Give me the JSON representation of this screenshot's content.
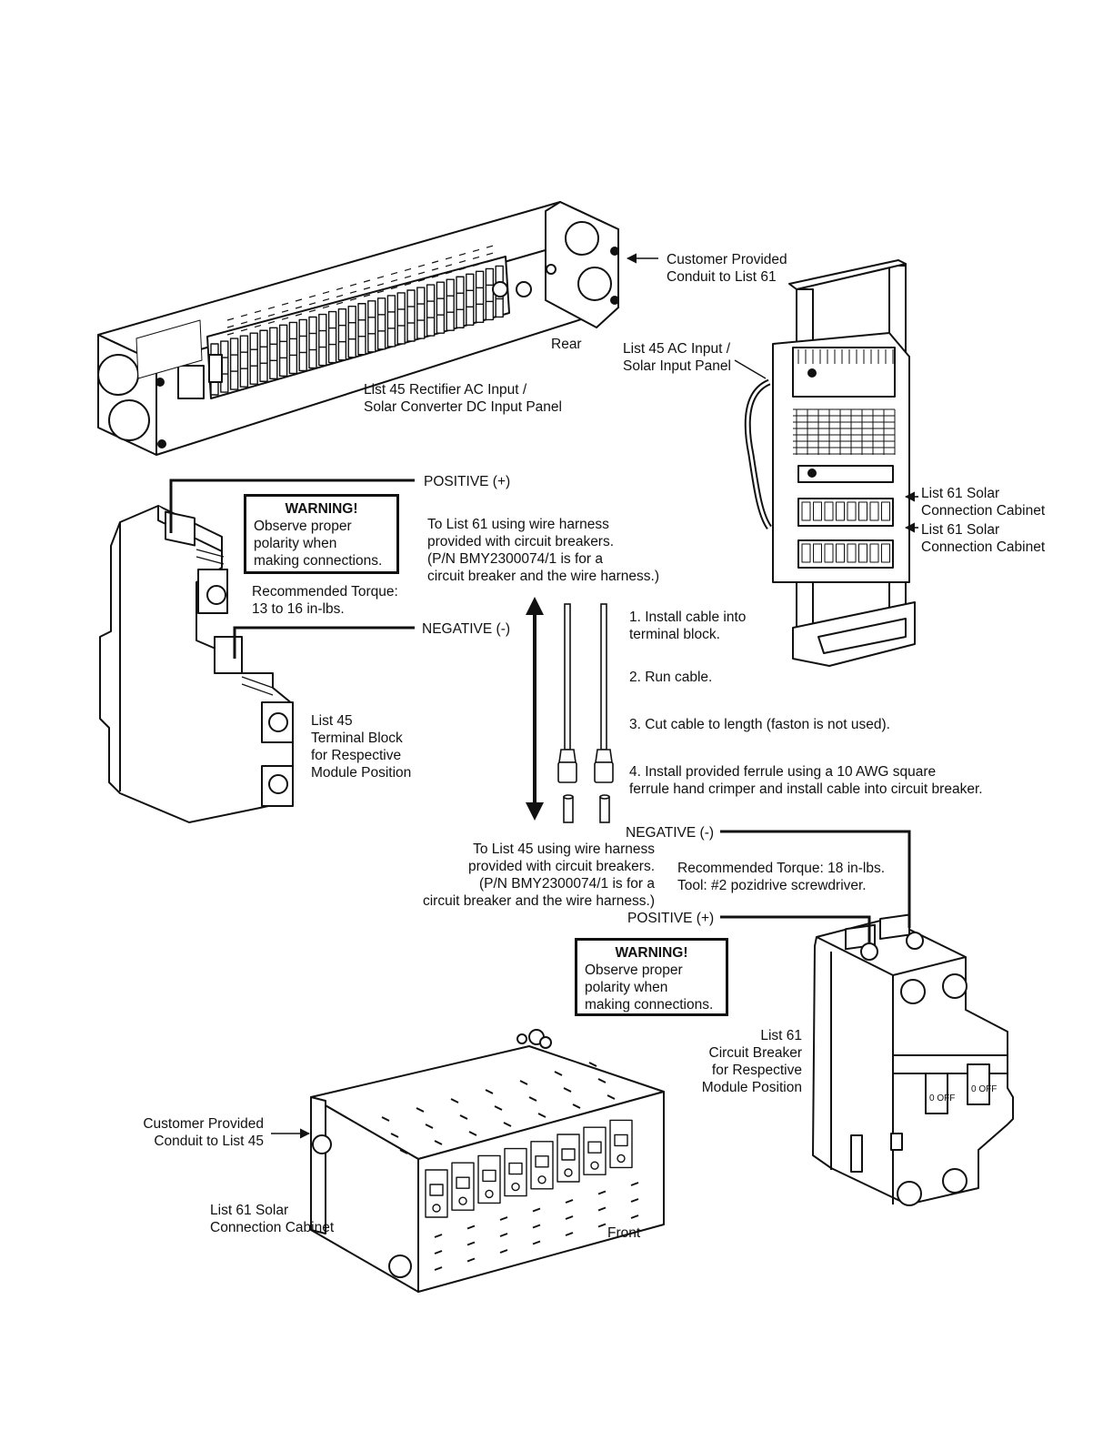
{
  "top_panel": {
    "conduit_label": "Customer Provided\nConduit to List 61",
    "rear_label": "Rear",
    "panel_label": "List 45 Rectifier AC Input /\nSolar Converter DC Input Panel"
  },
  "rack": {
    "ac_input_label": "List 45 AC Input /\nSolar Input Panel",
    "cabinet_label_1": "List 61 Solar\nConnection Cabinet",
    "cabinet_label_2": "List 61 Solar\nConnection Cabinet"
  },
  "terminal_block": {
    "positive_label": "POSITIVE (+)",
    "negative_label": "NEGATIVE (-)",
    "warning_title": "WARNING!",
    "warning_text": "Observe proper\npolarity when\nmaking connections.",
    "torque_label": "Recommended Torque:\n13 to 16 in-lbs.",
    "name_label": "List 45\nTerminal Block\nfor Respective\nModule Position"
  },
  "harness": {
    "to_list61": "To List 61 using wire harness\nprovided with circuit breakers.\n(P/N BMY2300074/1 is for a\ncircuit breaker and the wire harness.)",
    "to_list45": "To List 45 using wire harness\nprovided with circuit breakers.\n(P/N BMY2300074/1 is for a\ncircuit breaker and the wire harness.)",
    "steps": [
      "1. Install cable into\nterminal block.",
      "2. Run cable.",
      "3. Cut cable to length (faston is not used).",
      "4. Install provided ferrule using a 10 AWG square\nferrule hand crimper and install cable into circuit breaker."
    ]
  },
  "breaker": {
    "negative_label": "NEGATIVE (-)",
    "positive_label": "POSITIVE (+)",
    "torque_label": "Recommended Torque: 18 in-lbs.\nTool: #2 pozidrive screwdriver.",
    "warning_title": "WARNING!",
    "warning_text": "Observe proper\npolarity when\nmaking connections.",
    "name_label": "List 61\nCircuit Breaker\nfor Respective\nModule Position",
    "switch_text": "0 OFF"
  },
  "cabinet": {
    "conduit_label": "Customer Provided\nConduit to List 45",
    "name_label": "List 61 Solar\nConnection Cabinet",
    "front_label": "Front"
  }
}
